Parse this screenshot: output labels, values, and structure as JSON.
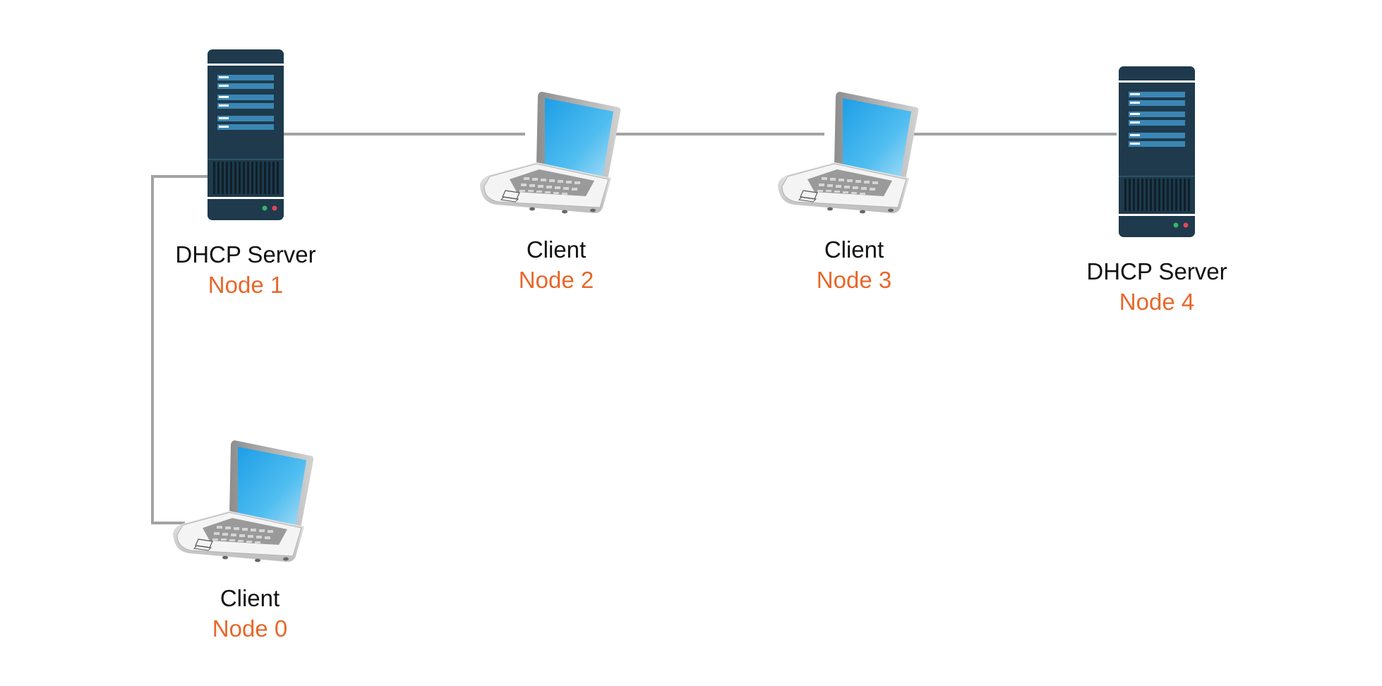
{
  "colors": {
    "link": "#a3a3a3",
    "role_text": "#111111",
    "node_id_text": "#e8672a",
    "server_body": "#1e3a4c",
    "screen": "#29a8e8"
  },
  "nodes": [
    {
      "role": "DHCP Server",
      "id": "Node 1",
      "icon": "server-icon"
    },
    {
      "role": "Client",
      "id": "Node 2",
      "icon": "laptop-icon"
    },
    {
      "role": "Client",
      "id": "Node 3",
      "icon": "laptop-icon"
    },
    {
      "role": "DHCP Server",
      "id": "Node 4",
      "icon": "server-icon"
    },
    {
      "role": "Client",
      "id": "Node 0",
      "icon": "laptop-icon"
    }
  ],
  "links": [
    {
      "from": "Node 1",
      "to": "Node 2"
    },
    {
      "from": "Node 2",
      "to": "Node 3"
    },
    {
      "from": "Node 3",
      "to": "Node 4"
    },
    {
      "from": "Node 1",
      "to": "Node 0"
    }
  ]
}
